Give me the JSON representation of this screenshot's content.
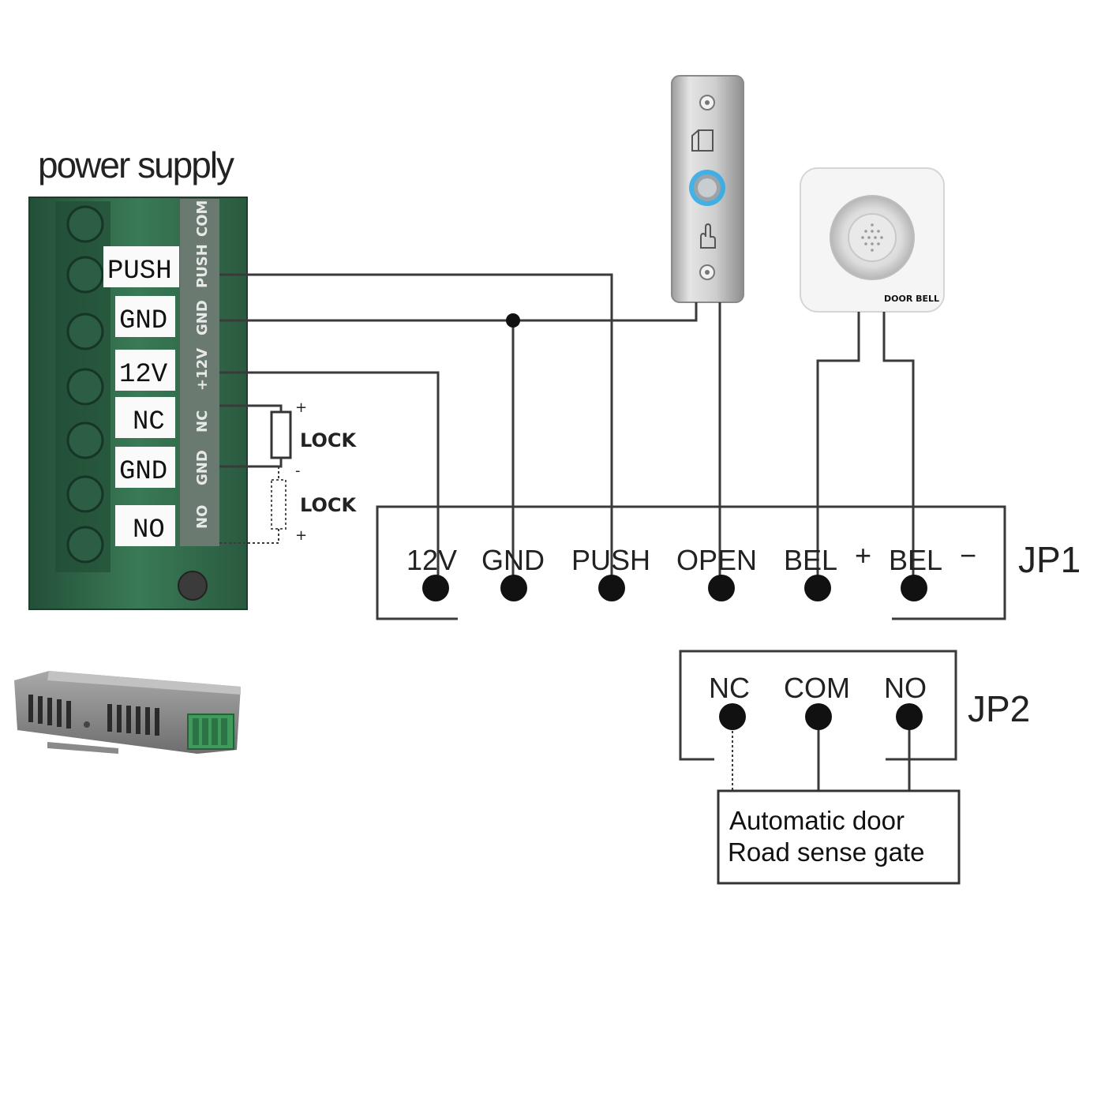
{
  "power_supply": {
    "title": "power supply",
    "terminals": [
      "PUSH",
      "GND",
      "12V",
      "NC",
      "GND",
      "NO"
    ],
    "side_labels": [
      "COM",
      "PUSH",
      "GND",
      "+12V",
      "NC",
      "GND",
      "NO"
    ]
  },
  "lock": {
    "label_top": "LOCK",
    "label_bottom": "LOCK",
    "plus": "+",
    "minus": "-"
  },
  "door_bell": {
    "label": "DOOR BELL"
  },
  "jp1": {
    "name": "JP1",
    "pins": [
      "12V",
      "GND",
      "PUSH",
      "OPEN",
      "BEL",
      "BEL"
    ],
    "plus": "+",
    "minus": "−"
  },
  "jp2": {
    "name": "JP2",
    "pins": [
      "NC",
      "COM",
      "NO"
    ]
  },
  "auto_door": {
    "line1": "Automatic door",
    "line2": "Road sense gate"
  },
  "colors": {
    "pcb_green": "#2f6b4a",
    "wire": "#3a3a3a",
    "button_ring": "#2aa8e8",
    "steel": "#c9c9c9"
  }
}
